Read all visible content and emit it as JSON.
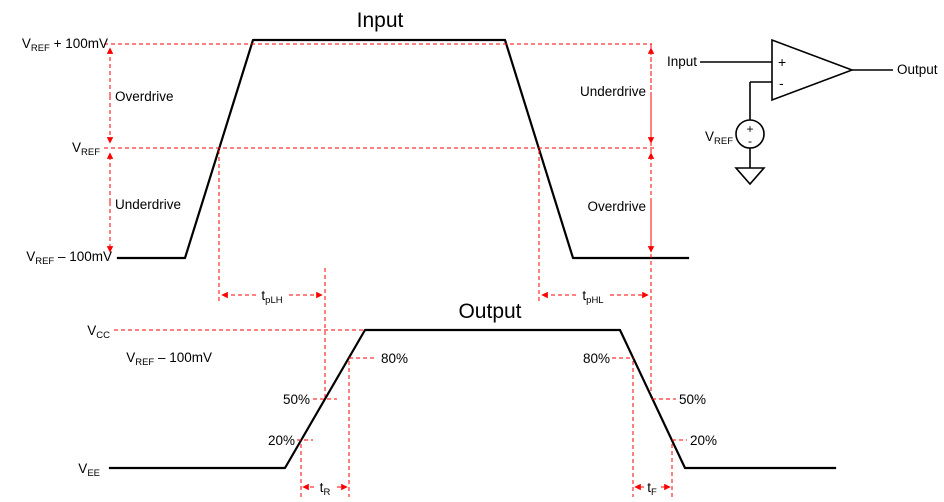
{
  "colors": {
    "waveform": "#000000",
    "annotation": "#ff0000",
    "text": "#000000",
    "background": "#ffffff"
  },
  "input_section": {
    "title": "Input",
    "level_vref_plus": {
      "main": "V",
      "sub": "REF",
      "tail": " + 100mV"
    },
    "level_vref": {
      "main": "V",
      "sub": "REF",
      "tail": ""
    },
    "level_vref_minus": {
      "main": "V",
      "sub": "REF",
      "tail": " – 100mV"
    },
    "region_left_top": "Overdrive",
    "region_left_bottom": "Underdrive",
    "region_right_top": "Underdrive",
    "region_right_bottom": "Overdrive"
  },
  "output_section": {
    "title": "Output",
    "level_vcc": {
      "main": "V",
      "sub": "CC",
      "tail": ""
    },
    "level_vref_minus": {
      "main": "V",
      "sub": "REF",
      "tail": " – 100mV"
    },
    "level_vee": {
      "main": "V",
      "sub": "EE",
      "tail": ""
    },
    "pct_80": "80%",
    "pct_50": "50%",
    "pct_20": "20%"
  },
  "timing": {
    "t_plh": {
      "main": "t",
      "sub": "pLH"
    },
    "t_phl": {
      "main": "t",
      "sub": "pHL"
    },
    "t_r": {
      "main": "t",
      "sub": "R"
    },
    "t_f": {
      "main": "t",
      "sub": "F"
    }
  },
  "circuit": {
    "input_label": "Input",
    "output_label": "Output",
    "noninverting_sign": "+",
    "inverting_sign": "-",
    "source_plus": "+",
    "source_minus": "-",
    "vref_label": {
      "main": "V",
      "sub": "REF"
    }
  }
}
